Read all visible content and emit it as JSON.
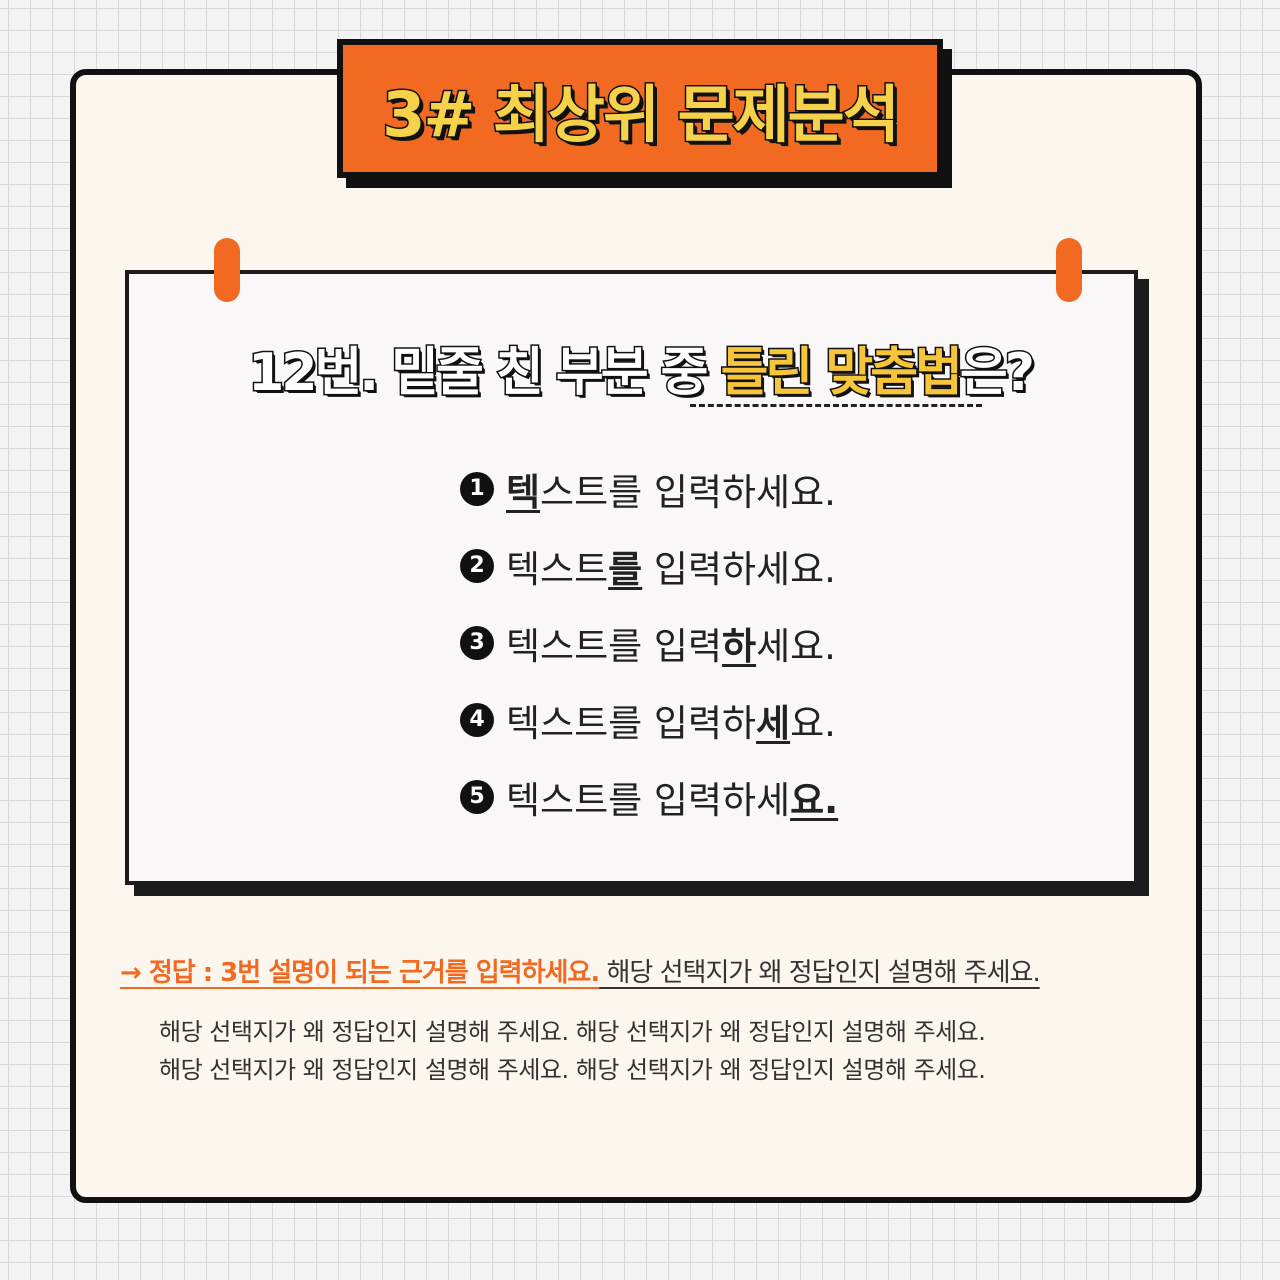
{
  "title": "3# 최상위 문제분석",
  "question": {
    "prefix": "12번. 밑줄 친 부분 중 ",
    "highlight": "틀린 맞춤법",
    "suffix": "은?"
  },
  "options": [
    {
      "num": "1",
      "before": "",
      "hl": "텍",
      "after": "스트를 입력하세요."
    },
    {
      "num": "2",
      "before": "텍스트",
      "hl": "를",
      "after": " 입력하세요."
    },
    {
      "num": "3",
      "before": "텍스트를 입력",
      "hl": "하",
      "after": "세요."
    },
    {
      "num": "4",
      "before": "텍스트를 입력하",
      "hl": "세",
      "after": "요."
    },
    {
      "num": "5",
      "before": "텍스트를 입력하세",
      "hl": "요.",
      "after": ""
    }
  ],
  "answer": {
    "label": "→ 정답 : 3번 설명이 되는 근거를 입력하세요.",
    "text": " 해당 선택지가 왜 정답인지 설명해 주세요."
  },
  "explanation": [
    "해당 선택지가 왜 정답인지 설명해 주세요. 해당 선택지가 왜 정답인지 설명해 주세요.",
    "해당 선택지가 왜 정답인지 설명해 주세요. 해당 선택지가 왜 정답인지 설명해 주세요."
  ],
  "colors": {
    "accent": "#f26a21",
    "title_text": "#f6d24a",
    "highlight_text": "#f6c53a",
    "card_bg": "#fcf7ee",
    "panel_bg": "#f9f7f7",
    "outline": "#111111"
  }
}
